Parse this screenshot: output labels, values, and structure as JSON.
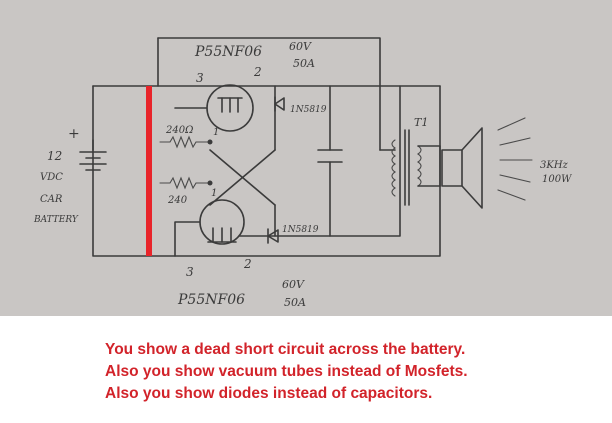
{
  "diagram": {
    "top_mosfet": {
      "part": "P55NF06",
      "voltage": "60V",
      "current": "50A",
      "pin3": "3",
      "pin2": "2"
    },
    "bottom_mosfet": {
      "part": "P55NF06",
      "voltage": "60V",
      "current": "50A",
      "pin3": "3",
      "pin2": "2"
    },
    "top_diode": "1N5819",
    "bottom_diode": "1N5819",
    "top_resistor": "240Ω",
    "top_resistor_pin": "1",
    "bottom_resistor": "240",
    "bottom_resistor_pin": "1",
    "battery": {
      "plus": "+",
      "line1": "12",
      "line2": "VDC",
      "line3": "CAR",
      "line4": "BATTERY"
    },
    "transformer": "T1",
    "output": {
      "freq": "3KHz",
      "power": "100W"
    },
    "short_color": "#e8242a"
  },
  "annotations": [
    "You show a dead short circuit across the battery.",
    "Also you show vacuum tubes instead of Mosfets.",
    "Also you show diodes instead of capacitors."
  ]
}
